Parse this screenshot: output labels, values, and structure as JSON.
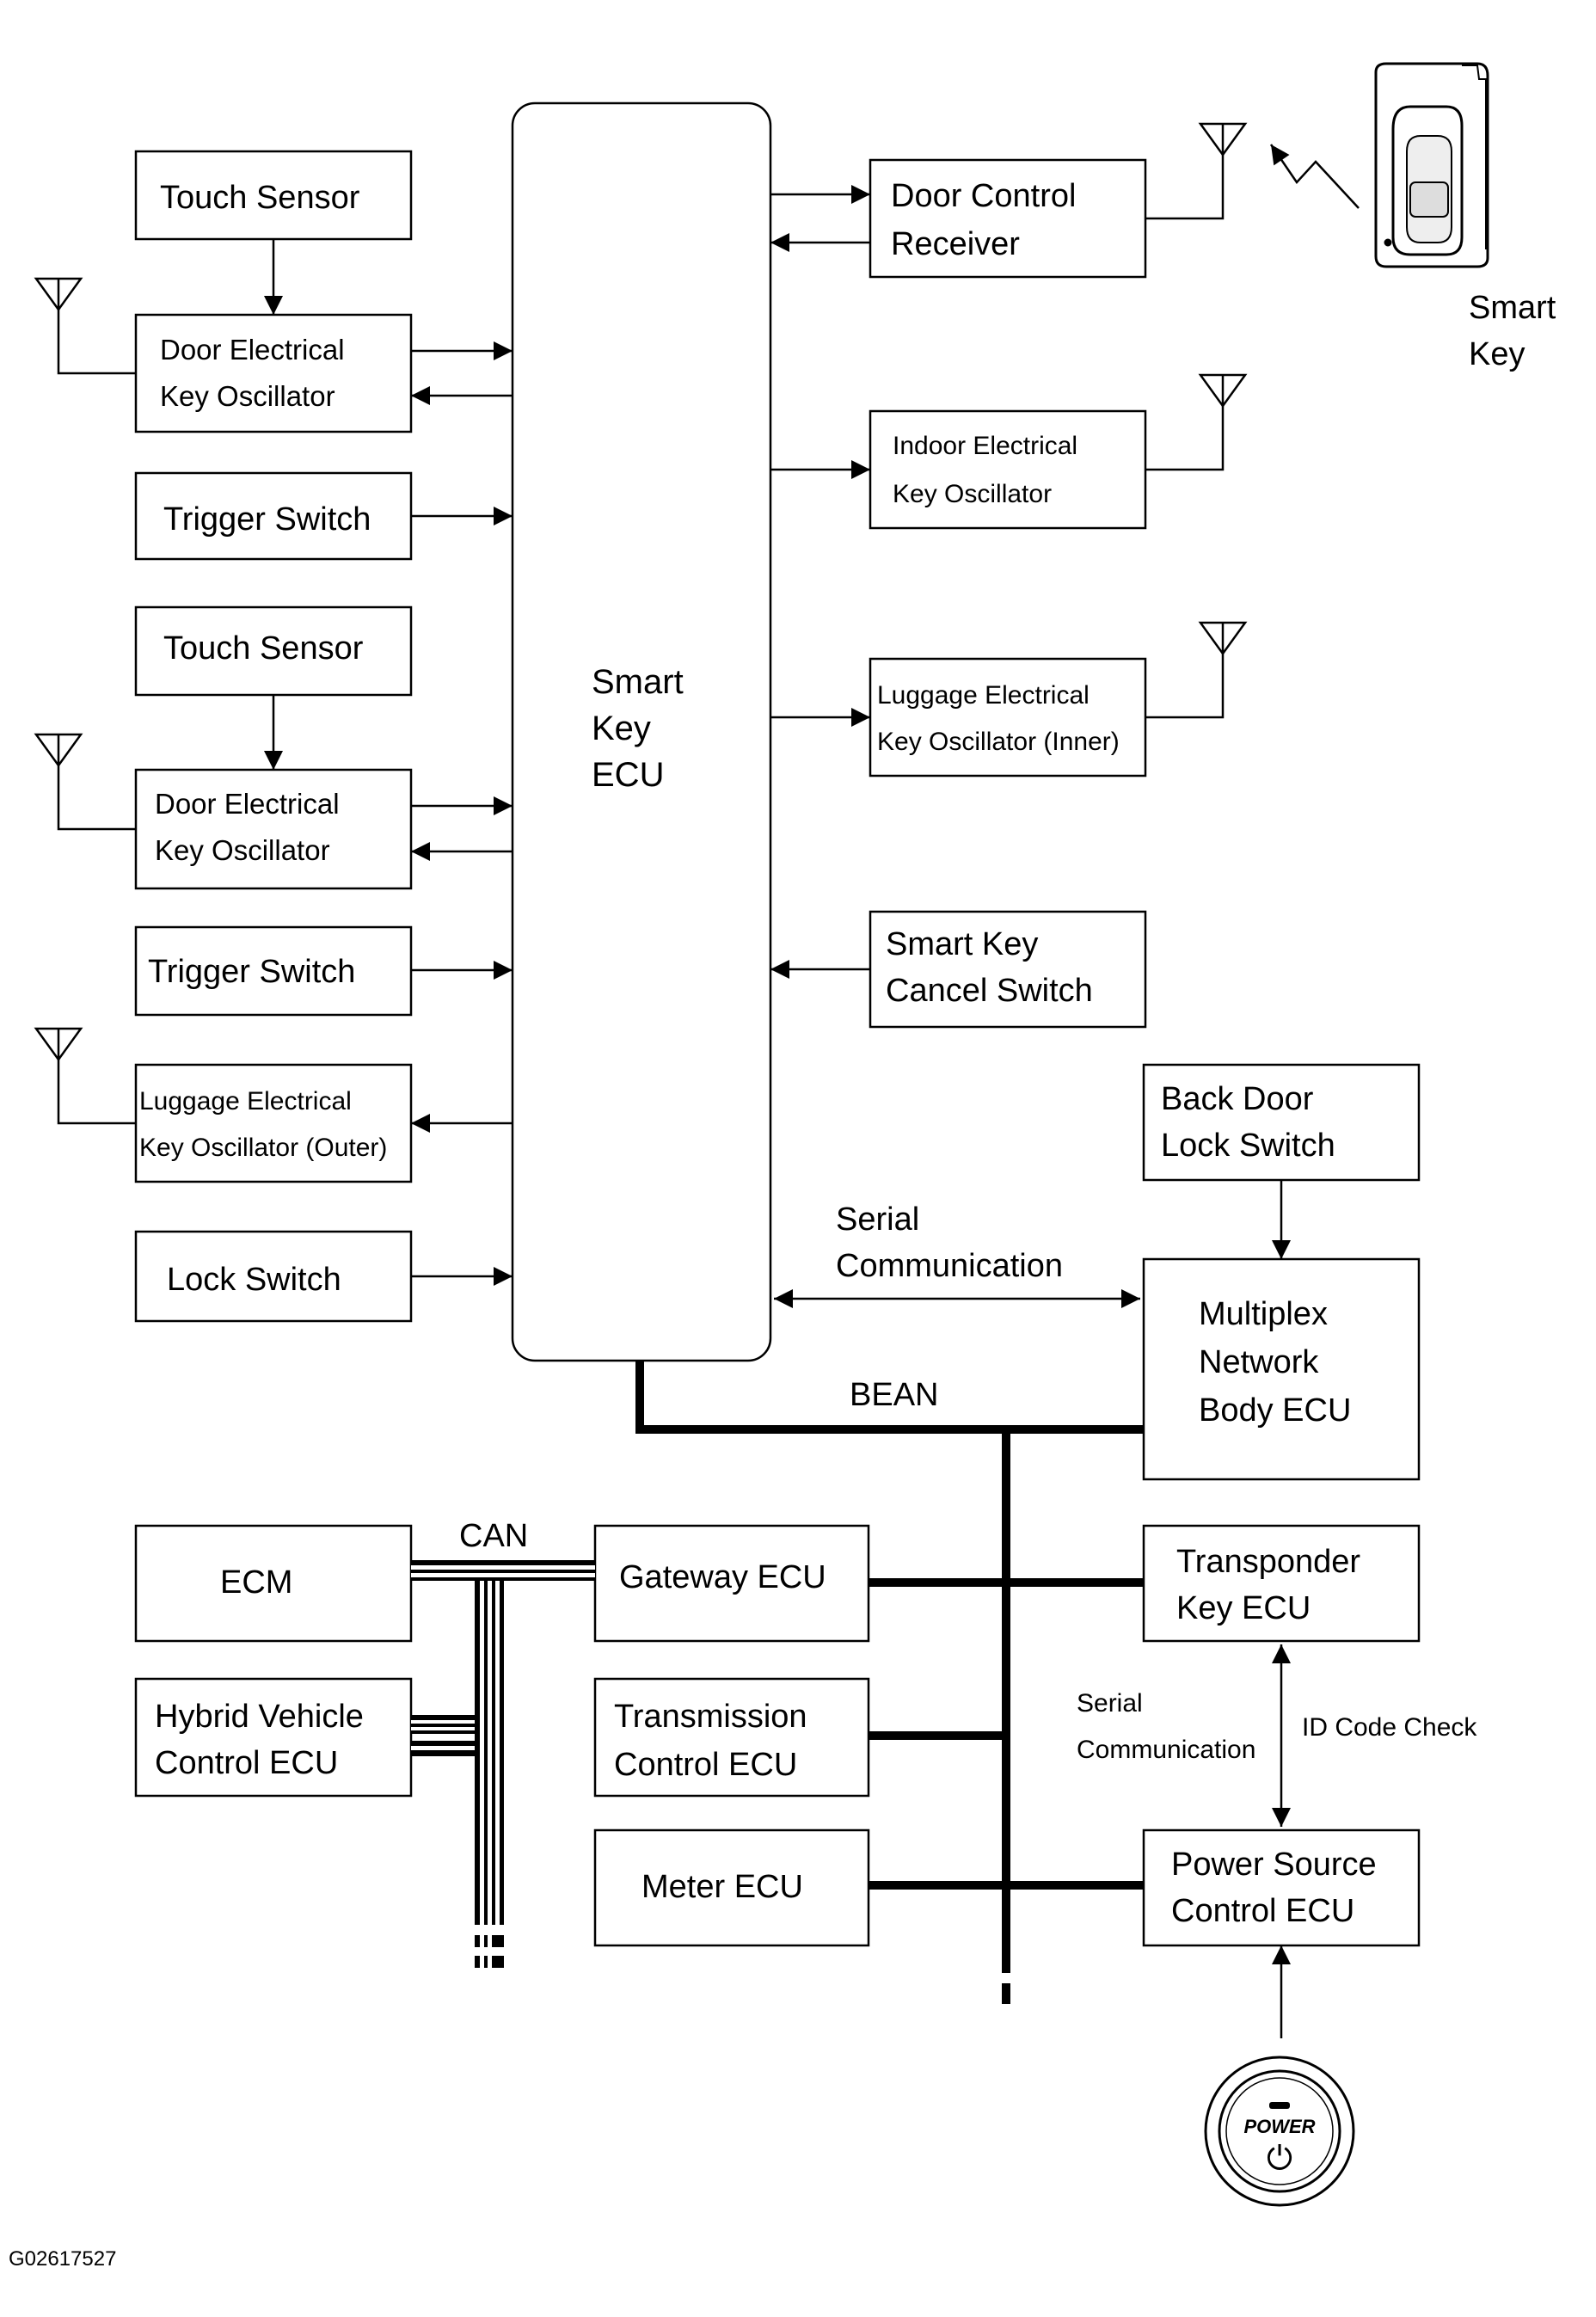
{
  "blocks": {
    "touch_sensor_1": [
      "Touch Sensor"
    ],
    "door_osc_1": [
      "Door  Electrical",
      "Key Oscillator"
    ],
    "trigger_switch_1": [
      "Trigger Switch"
    ],
    "touch_sensor_2": [
      "Touch Sensor"
    ],
    "door_osc_2": [
      "Door  Electrical",
      "Key Oscillator"
    ],
    "trigger_switch_2": [
      "Trigger Switch"
    ],
    "luggage_osc_outer": [
      "Luggage Electrical",
      "Key Oscillator (Outer)"
    ],
    "lock_switch": [
      "Lock Switch"
    ],
    "smart_key_ecu": [
      "Smart",
      "Key",
      "ECU"
    ],
    "door_control_receiver": [
      "Door Control",
      "Receiver"
    ],
    "indoor_osc": [
      "Indoor  Electrical",
      "Key Oscillator"
    ],
    "luggage_osc_inner": [
      "Luggage Electrical",
      "Key Oscillator (Inner)"
    ],
    "cancel_switch": [
      "Smart Key",
      "Cancel Switch"
    ],
    "back_door_lock_switch": [
      "Back Door",
      "Lock Switch"
    ],
    "multiplex_body_ecu": [
      "Multiplex",
      "Network",
      "Body ECU"
    ],
    "ecm": [
      "ECM"
    ],
    "hybrid_vehicle_ecu": [
      "Hybrid Vehicle",
      "Control ECU"
    ],
    "gateway_ecu": [
      "Gateway ECU"
    ],
    "transmission_ecu": [
      "Transmission",
      "Control ECU"
    ],
    "meter_ecu": [
      "Meter ECU"
    ],
    "transponder_key_ecu": [
      "Transponder",
      "Key ECU"
    ],
    "power_source_ecu": [
      "Power Source",
      "Control ECU"
    ]
  },
  "labels": {
    "smart_key": [
      "Smart",
      "Key"
    ],
    "serial_comm_upper": [
      "Serial",
      "Communication"
    ],
    "bean": "BEAN",
    "can": "CAN",
    "serial_comm_lower": [
      "Serial",
      "Communication"
    ],
    "id_code_check": "ID Code Check",
    "figure_id": "G02617527"
  },
  "power_button": {
    "label": "POWER",
    "symbol": "⏻"
  }
}
